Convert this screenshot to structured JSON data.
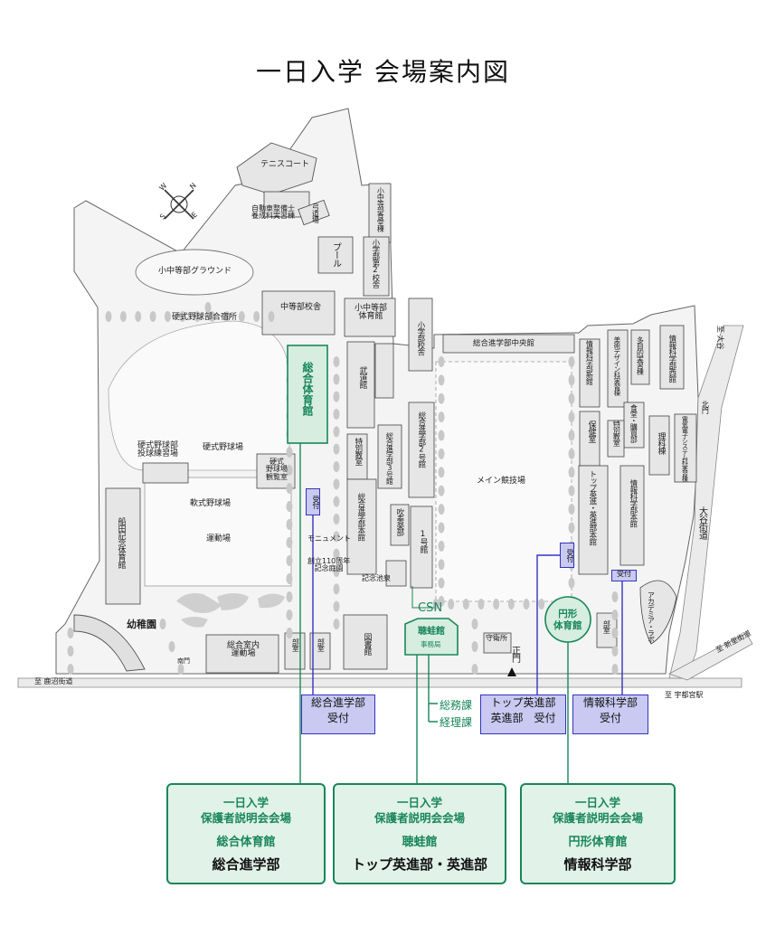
{
  "title": "一日入学 会場案内図",
  "compass": {
    "n": "N",
    "s": "S",
    "e": "E",
    "w": "W"
  },
  "labels": {
    "tennis": "テニスコート",
    "mechanic": "自動車整備士\n養成科実習棟",
    "kyudo": "弓道場",
    "ground": "小中等部グラウンド",
    "pool": "プール",
    "jh_cafe": "小中等部食堂棟",
    "elem2": "小学部第2校舎",
    "dorm": "硬式野球部合宿所",
    "jh_school": "中等部校舎",
    "jh_gym": "小中等部\n体育館",
    "elem": "小学部校舎",
    "central": "総合進学部中央館",
    "info_new": "情報科学部新館",
    "design": "美術デザイン科実習棟",
    "multi": "多目的実習棟",
    "info_west": "情報科学部西館",
    "budo": "武道館",
    "sougou2": "総合進学部2号館",
    "sougou3": "総合進学部3号館",
    "special1": "特別教室",
    "special2": "特別教室",
    "health": "保健室",
    "shokudo": "食堂・購買部",
    "science": "理科棟",
    "elec": "電気電子システム科実習棟",
    "north_gate": "北門",
    "pitch": "硬式野球部\n投球練習場",
    "baseball": "硬式野球場",
    "bullpen": "硬式\n野球場\n観覧室",
    "main_field": "メイン競技場",
    "soft": "軟式野球場",
    "undo": "運動場",
    "funada": "船田記念体育館",
    "monument": "モニュメント",
    "founding": "創立110周年\n記念庭園",
    "sougou_hon": "総合進学部本館",
    "suisou": "吹奏楽部",
    "one": "1号館",
    "top_hon": "トップ英進・英進部本館",
    "info_hon": "情報科学部本館",
    "kinen_pond": "記念池泉",
    "csn": "CSN",
    "kinder": "幼稚園",
    "indoor": "総合室内\n運動場",
    "bu1": "部室",
    "bu2": "部室",
    "bu3": "部室",
    "library": "図書館",
    "guard": "守衛所",
    "front_gate": "正門",
    "south_gate": "南門",
    "academia": "アカデミア・ラボ",
    "ooyachi": "大谷街道",
    "to_ooya": "至 大谷",
    "to_shin": "至 新里街道",
    "to_kanuma": "至 鹿沼街道",
    "to_utsunomiya": "至 宇都宮駅"
  },
  "green_buildings": {
    "sougou_gym": "総合体育館",
    "chowa": "聴蛙館",
    "chowa_office": "事務局",
    "enkei": "円形\n体育館"
  },
  "reception_small": "受付",
  "office_links": [
    "総務課",
    "経理課"
  ],
  "reception_boxes": [
    {
      "line1": "総合進学部",
      "line2": "受付"
    },
    {
      "line1": "トップ英進部",
      "line2": "英進部　受付"
    },
    {
      "line1": "情報科学部",
      "line2": "受付"
    }
  ],
  "venues": [
    {
      "l1": "一日入学",
      "l2": "保護者説明会会場",
      "venue": "総合体育館",
      "dept": "総合進学部"
    },
    {
      "l1": "一日入学",
      "l2": "保護者説明会会場",
      "venue": "聴蛙館",
      "dept": "トップ英進部・英進部"
    },
    {
      "l1": "一日入学",
      "l2": "保護者説明会会場",
      "venue": "円形体育館",
      "dept": "情報科学部"
    }
  ],
  "colors": {
    "green": "#18875a",
    "green_fill": "#d7ede0",
    "blue": "#3434c0",
    "blue_fill": "#c9c9f2",
    "tree": "#c8c8c8"
  }
}
